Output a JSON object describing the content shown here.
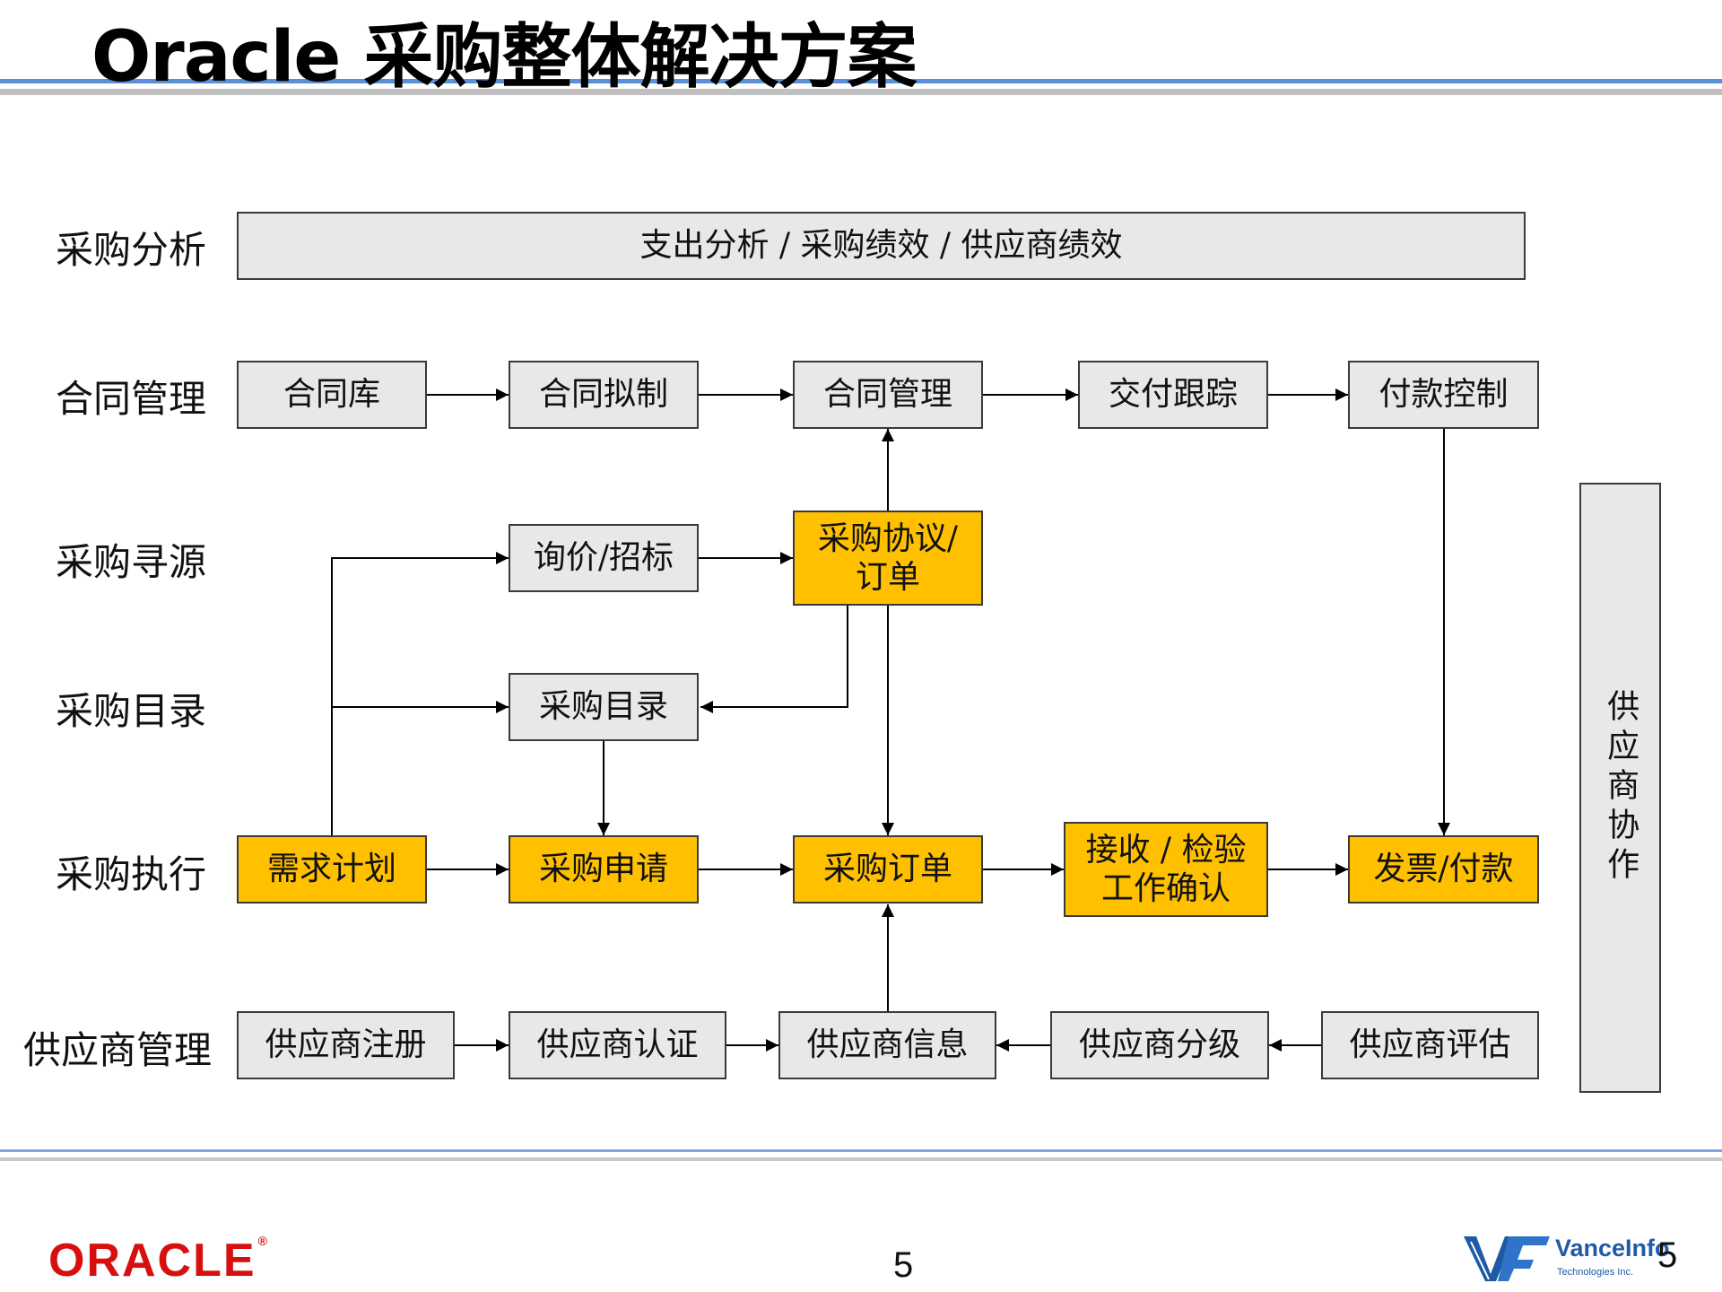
{
  "title": "Oracle 采购整体解决方案",
  "rows": {
    "analysis": "采购分析",
    "contract": "合同管理",
    "sourcing": "采购寻源",
    "catalog": "采购目录",
    "execution": "采购执行",
    "supplier": "供应商管理"
  },
  "analysis_bar": "支出分析 / 采购绩效 / 供应商绩效",
  "contract_boxes": {
    "library": "合同库",
    "drafting": "合同拟制",
    "management": "合同管理",
    "delivery": "交付跟踪",
    "payment_control": "付款控制"
  },
  "sourcing_boxes": {
    "rfq": "询价/招标",
    "agreement": "采购协议/\n订单"
  },
  "catalog_boxes": {
    "catalog": "采购目录"
  },
  "execution_boxes": {
    "demand_plan": "需求计划",
    "requisition": "采购申请",
    "purchase_order": "采购订单",
    "receiving": "接收 / 检验\n工作确认",
    "invoice_payment": "发票/付款"
  },
  "supplier_boxes": {
    "registration": "供应商注册",
    "certification": "供应商认证",
    "info": "供应商信息",
    "grading": "供应商分级",
    "evaluation": "供应商评估"
  },
  "side_panel": "供应商协作",
  "colors": {
    "highlight": "#ffc000",
    "box": "#e8e8e8",
    "oracle_red": "#d80f0f",
    "accent_blue": "#5b8fd6"
  },
  "footer": {
    "oracle_logo": "ORACLE",
    "oracle_reg": "®",
    "page_number": "5",
    "partner_logo": "VanceInfo",
    "partner_sub": "Technologies Inc.",
    "page_number_right": "5"
  }
}
